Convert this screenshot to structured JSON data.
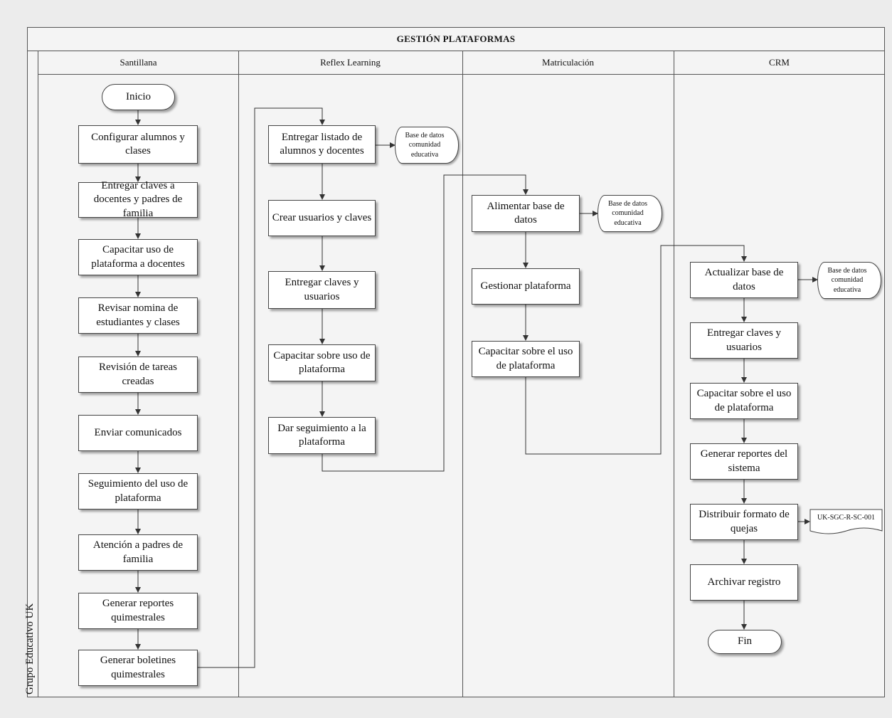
{
  "pool": {
    "title": "GESTIÓN PLATAFORMAS",
    "side_label": "Grupo Educativo UK"
  },
  "lanes": [
    {
      "name": "Santillana"
    },
    {
      "name": "Reflex Learning"
    },
    {
      "name": "Matriculación"
    },
    {
      "name": "CRM"
    }
  ],
  "santillana": {
    "start": "Inicio",
    "steps": [
      "Configurar alumnos y clases",
      "Entregar claves a docentes y padres de familia",
      "Capacitar uso de plataforma a docentes",
      "Revisar nomina de estudiantes y clases",
      "Revisión de tareas creadas",
      "Enviar comunicados",
      "Seguimiento del uso de plataforma",
      "Atención a padres de familia",
      "Generar reportes quimestrales",
      "Generar boletines quimestrales"
    ]
  },
  "reflex": {
    "steps": [
      "Entregar listado de alumnos y docentes",
      "Crear usuarios y claves",
      "Entregar claves y usuarios",
      "Capacitar sobre uso de plataforma",
      "Dar seguimiento a la plataforma"
    ],
    "db": "Base de datos comunidad educativa"
  },
  "matriculacion": {
    "steps": [
      "Alimentar base de datos",
      "Gestionar plataforma",
      "Capacitar sobre el uso de plataforma"
    ],
    "db": "Base de datos comunidad educativa"
  },
  "crm": {
    "steps": [
      "Actualizar base de datos",
      "Entregar claves y usuarios",
      "Capacitar sobre el uso de plataforma",
      "Generar reportes del sistema",
      "Distribuir formato de quejas",
      "Archivar registro"
    ],
    "end": "Fin",
    "db": "Base de datos comunidad educativa",
    "document": "UK-SGC-R-SC-001"
  }
}
